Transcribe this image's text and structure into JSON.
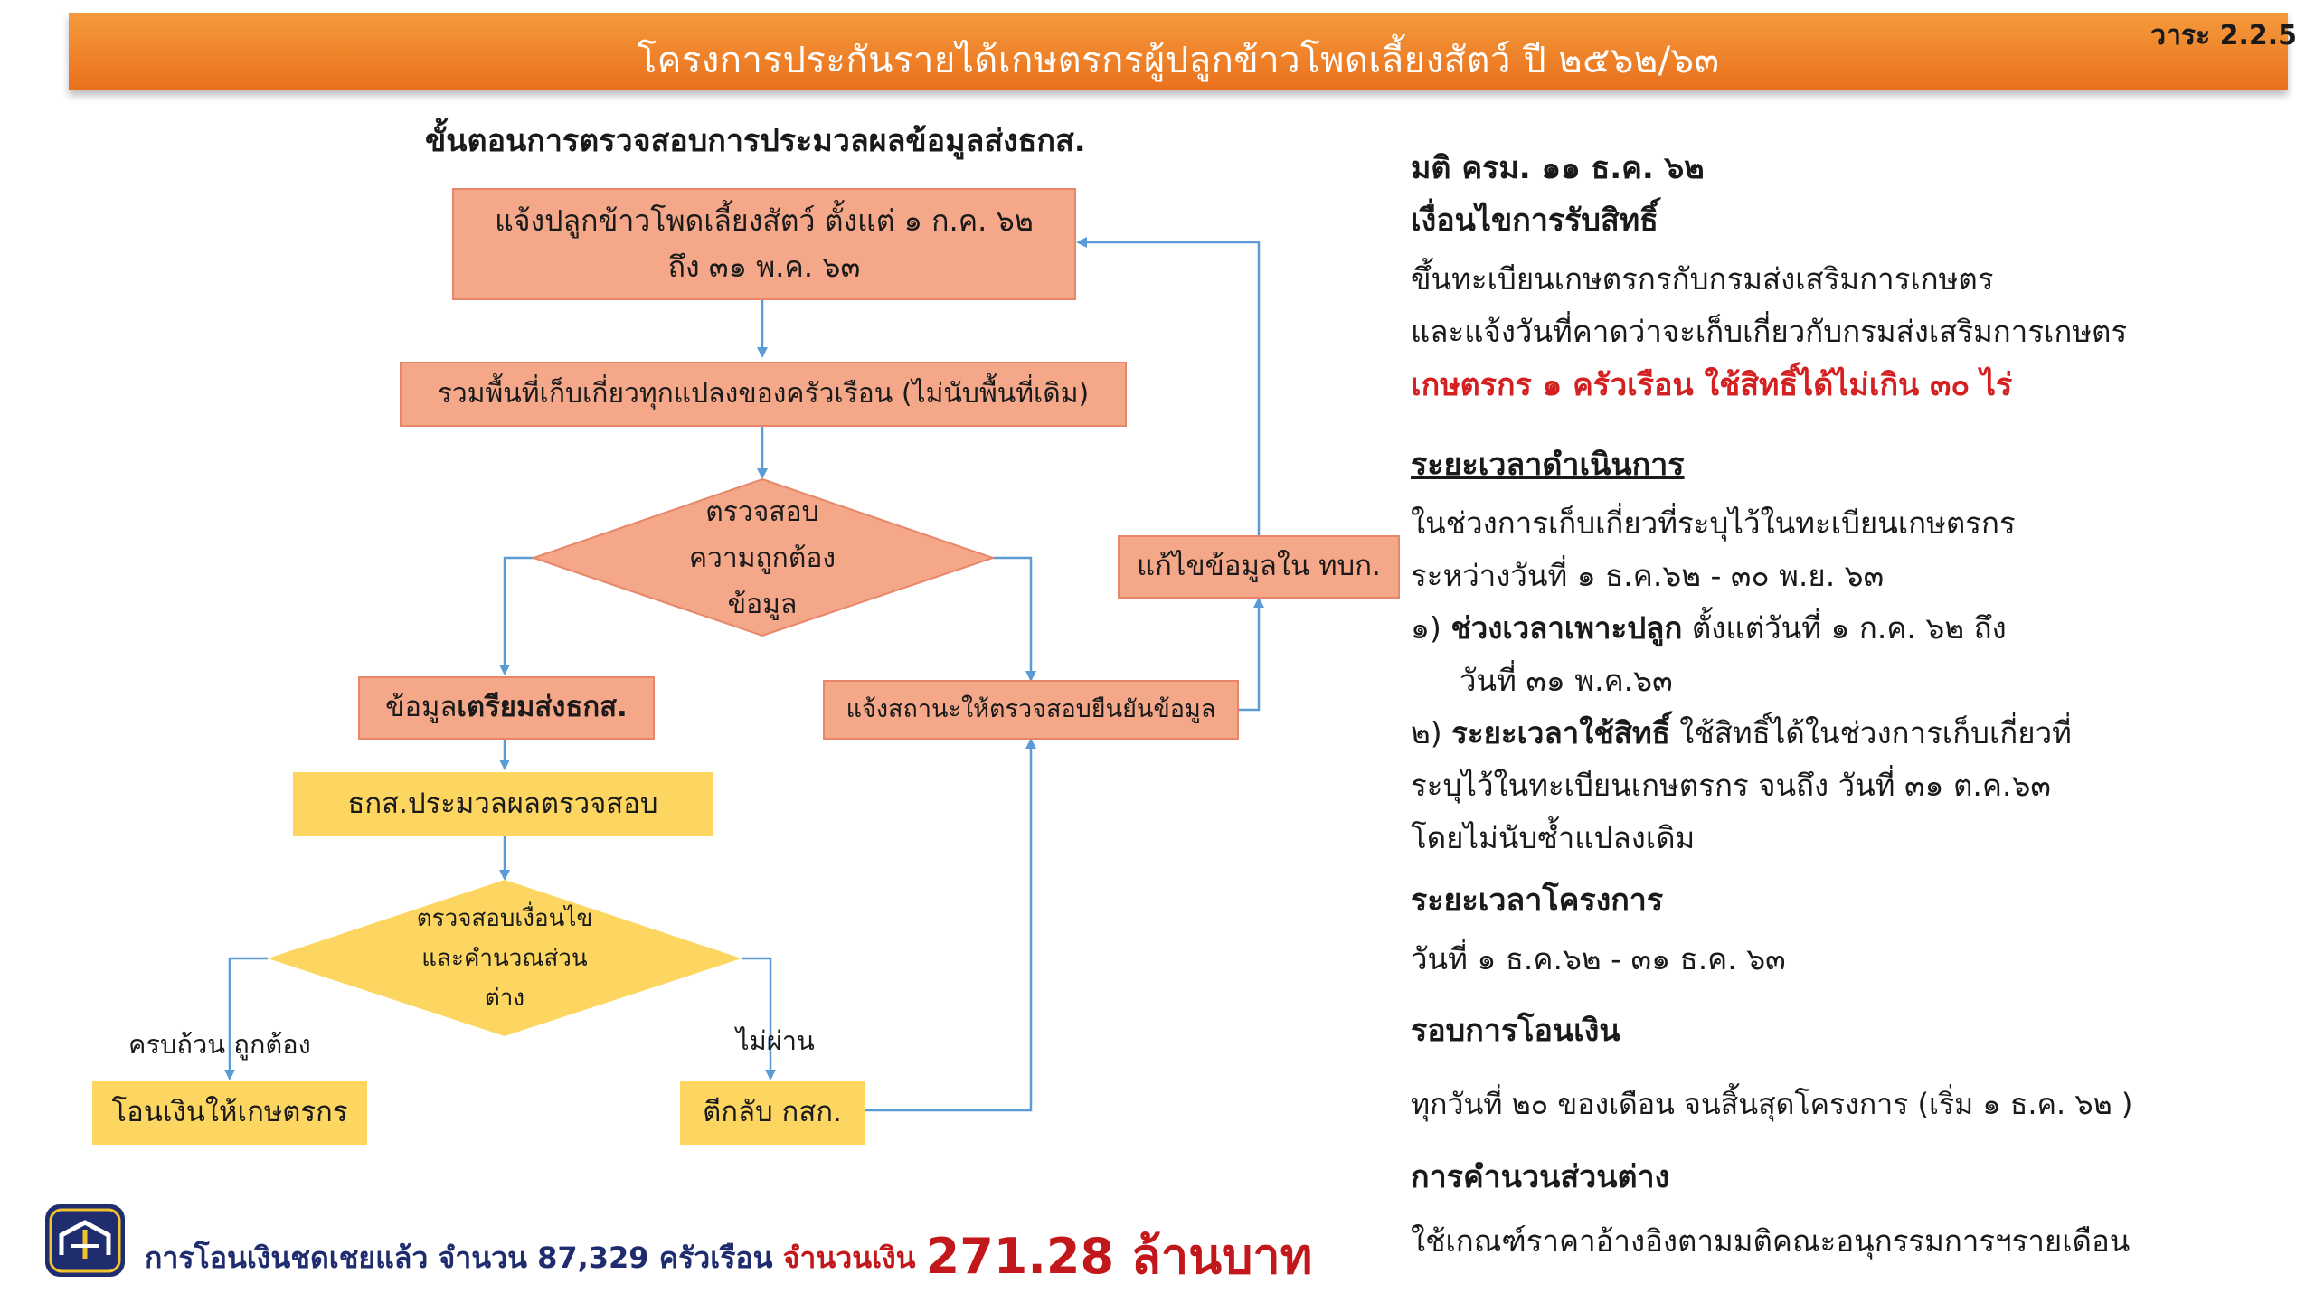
{
  "header": {
    "title": "โครงการประกันรายได้เกษตรกรผู้ปลูกข้าวโพดเลี้ยงสัตว์ ปี ๒๕๖๒/๖๓",
    "agenda": "วาระ 2.2.5"
  },
  "flowchart": {
    "title": "ขั้นตอนการตรวจสอบการประมวลผลข้อมูลส่งธกส.",
    "step_register": {
      "line1": "แจ้งปลูกข้าวโพดเลี้ยงสัตว์ ตั้งแต่ ๑ ก.ค. ๖๒",
      "line2": "ถึง ๓๑ พ.ค. ๖๓"
    },
    "step_area": "รวมพื้นที่เก็บเกี่ยวทุกแปลงของครัวเรือน (ไม่นับพื้นที่เดิม)",
    "check_accuracy": {
      "line1": "ตรวจสอบ",
      "line2": "ความถูกต้อง",
      "line3": "ข้อมูล"
    },
    "prepare": {
      "prefix": "ข้อมูล",
      "bold": "เตรียมส่งธกส."
    },
    "notify_status": "แจ้งสถานะให้ตรวจสอบยืนยันข้อมูล",
    "fix_data": "แก้ไขข้อมูลใน ทบก.",
    "baac_process": "ธกส.ประมวลผลตรวจสอบ",
    "check_conditions": {
      "line1": "ตรวจสอบเงื่อนไข",
      "line2": "และคำนวณส่วน",
      "line3": "ต่าง"
    },
    "label_pass": "ครบถ้วน ถูกต้อง",
    "label_fail": "ไม่ผ่าน",
    "transfer": "โอนเงินให้เกษตรกร",
    "return": "ตีกลับ กสก."
  },
  "right_panel": {
    "resolution": "มติ ครม. ๑๑ ธ.ค. ๖๒",
    "conditions_heading": "เงื่อนไขการรับสิทธิ์",
    "conditions_line1": "ขึ้นทะเบียนเกษตรกรกับกรมส่งเสริมการเกษตร",
    "conditions_line2": "และแจ้งวันที่คาดว่าจะเก็บเกี่ยวกับกรมส่งเสริมการเกษตร",
    "conditions_highlight": "เกษตรกร ๑ ครัวเรือน ใช้สิทธิ์ได้ไม่เกิน ๓๐ ไร่",
    "operation_heading": "ระยะเวลาดำเนินการ",
    "operation_line1": "ในช่วงการเก็บเกี่ยวที่ระบุไว้ในทะเบียนเกษตรกร",
    "operation_line2": "ระหว่างวันที่ ๑ ธ.ค.๖๒ - ๓๐ พ.ย. ๖๓",
    "item1_num": "๑)",
    "item1_bold": "ช่วงเวลาเพาะปลูก",
    "item1_rest": "ตั้งแต่วันที่ ๑ ก.ค. ๖๒ ถึง",
    "item1_line2": "วันที่ ๓๑ พ.ค.๖๓",
    "item2_num": "๒)",
    "item2_bold": "ระยะเวลาใช้สิทธิ์",
    "item2_rest": "ใช้สิทธิ์ได้ในช่วงการเก็บเกี่ยวที่",
    "item2_line2": "ระบุไว้ในทะเบียนเกษตรกร จนถึง วันที่ ๓๑ ต.ค.๖๓",
    "item2_line3": "โดยไม่นับซ้ำแปลงเดิม",
    "project_heading": "ระยะเวลาโครงการ",
    "project_period": "วันที่ ๑ ธ.ค.๖๒ - ๓๑ ธ.ค. ๖๓",
    "transfer_heading": "รอบการโอนเงิน",
    "transfer_text": "ทุกวันที่ ๒๐ ของเดือน จนสิ้นสุดโครงการ (เริ่ม ๑ ธ.ค. ๖๒ )",
    "calc_heading": "การคำนวนส่วนต่าง",
    "calc_text": "ใช้เกณฑ์ราคาอ้างอิงตามมติคณะอนุกรรมการฯรายเดือน"
  },
  "footer": {
    "text": "การโอนเงินชดเชยแล้ว จำนวน 87,329 ครัวเรือน",
    "amount_label": "จำนวนเงิน",
    "amount": "271.28 ล้านบาท"
  },
  "icons": {
    "logo": "baac-logo-icon"
  }
}
